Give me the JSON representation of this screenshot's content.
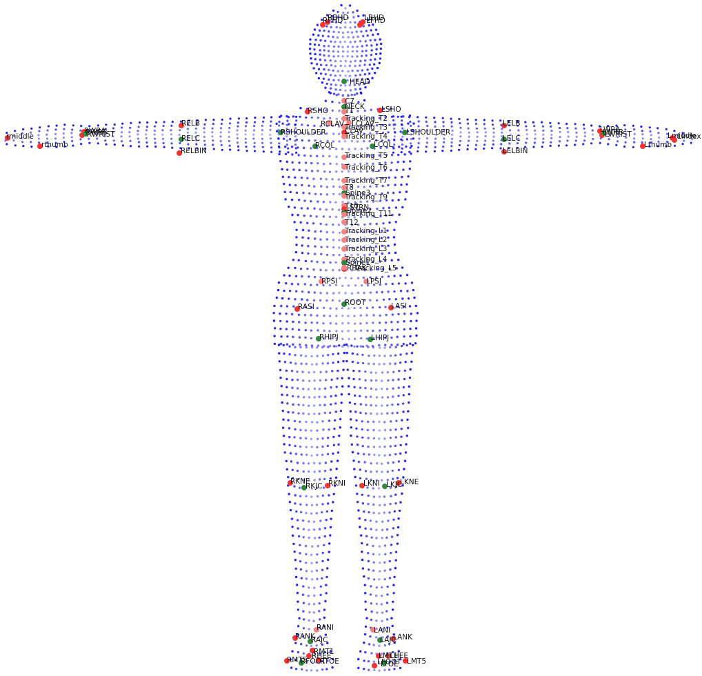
{
  "figure": {
    "colors": {
      "mesh": "#1515ff",
      "marker_red": "#ff3030",
      "marker_green": "#2e8b3e",
      "marker_pink": "#ff8080",
      "background": "#ffffff",
      "text": "#111111"
    }
  },
  "markers": [
    {
      "label": "RBHD",
      "color": "red"
    },
    {
      "label": "RFHD",
      "color": "red"
    },
    {
      "label": "LBHD",
      "color": "red"
    },
    {
      "label": "LFHD",
      "color": "red"
    },
    {
      "label": "HEAD",
      "color": "green"
    },
    {
      "label": "C7",
      "color": "pink"
    },
    {
      "label": "NECK",
      "color": "green"
    },
    {
      "label": "T1",
      "color": "pink"
    },
    {
      "label": "RSHO",
      "color": "red"
    },
    {
      "label": "LSHO",
      "color": "red"
    },
    {
      "label": "Tracking_T2",
      "color": "pink"
    },
    {
      "label": "RCLAV",
      "color": "pink"
    },
    {
      "label": "LCLAV",
      "color": "pink"
    },
    {
      "label": "Tracking_T3",
      "color": "pink"
    },
    {
      "label": "CLAV",
      "color": "red"
    },
    {
      "label": "Tracking_T4",
      "color": "pink"
    },
    {
      "label": "RSHOULDER",
      "color": "green"
    },
    {
      "label": "LSHOULDER",
      "color": "green"
    },
    {
      "label": "RCOL",
      "color": "green"
    },
    {
      "label": "LCOL",
      "color": "green"
    },
    {
      "label": "Tracking_T5",
      "color": "pink"
    },
    {
      "label": "Tracking_T6",
      "color": "pink"
    },
    {
      "label": "Tracking_T7",
      "color": "pink"
    },
    {
      "label": "T8",
      "color": "pink"
    },
    {
      "label": "Spine3",
      "color": "green"
    },
    {
      "label": "Tracking_T9",
      "color": "pink"
    },
    {
      "label": "T10",
      "color": "pink"
    },
    {
      "label": "STRN",
      "color": "red"
    },
    {
      "label": "Spine2",
      "color": "green"
    },
    {
      "label": "Tracking_T11",
      "color": "pink"
    },
    {
      "label": "T12",
      "color": "pink"
    },
    {
      "label": "Tracking_L1",
      "color": "pink"
    },
    {
      "label": "Tracking_L2",
      "color": "pink"
    },
    {
      "label": "Tracking_L3",
      "color": "pink"
    },
    {
      "label": "Tracking_L4",
      "color": "pink"
    },
    {
      "label": "Spine1",
      "color": "green"
    },
    {
      "label": "RBAK",
      "color": "red"
    },
    {
      "label": "Tracking_L5",
      "color": "pink"
    },
    {
      "label": "RPSI",
      "color": "pink"
    },
    {
      "label": "LPSI",
      "color": "pink"
    },
    {
      "label": "ROOT",
      "color": "green"
    },
    {
      "label": "RASI",
      "color": "red"
    },
    {
      "label": "LASI",
      "color": "red"
    },
    {
      "label": "RHIPJ",
      "color": "green"
    },
    {
      "label": "LHIPJ",
      "color": "green"
    },
    {
      "label": "RELB",
      "color": "red"
    },
    {
      "label": "RELC",
      "color": "green"
    },
    {
      "label": "RELBIN",
      "color": "red"
    },
    {
      "label": "LELB",
      "color": "red"
    },
    {
      "label": "LELC",
      "color": "green"
    },
    {
      "label": "LELBIN",
      "color": "red"
    },
    {
      "label": "RWRA",
      "color": "red"
    },
    {
      "label": "RWRB",
      "color": "red"
    },
    {
      "label": "RWRIST",
      "color": "green"
    },
    {
      "label": "LWRA",
      "color": "red"
    },
    {
      "label": "LWRB",
      "color": "red"
    },
    {
      "label": "LWRIST",
      "color": "green"
    },
    {
      "label": "rmiddle",
      "color": "red"
    },
    {
      "label": "rthumb",
      "color": "red"
    },
    {
      "label": "Lmiddle",
      "color": "red"
    },
    {
      "label": "Lthumb",
      "color": "red"
    },
    {
      "label": "Lindex",
      "color": "red"
    },
    {
      "label": "RKNE",
      "color": "red"
    },
    {
      "label": "RKJC",
      "color": "green"
    },
    {
      "label": "RKNI",
      "color": "red"
    },
    {
      "label": "LKNI",
      "color": "red"
    },
    {
      "label": "LKJC",
      "color": "green"
    },
    {
      "label": "LKNE",
      "color": "red"
    },
    {
      "label": "RANI",
      "color": "pink"
    },
    {
      "label": "RANK",
      "color": "red"
    },
    {
      "label": "RAJC",
      "color": "green"
    },
    {
      "label": "LANI",
      "color": "pink"
    },
    {
      "label": "LAJC",
      "color": "green"
    },
    {
      "label": "LANK",
      "color": "red"
    },
    {
      "label": "RMT1",
      "color": "red"
    },
    {
      "label": "RHEE",
      "color": "red"
    },
    {
      "label": "RMT5",
      "color": "red"
    },
    {
      "label": "RTOE",
      "color": "red"
    },
    {
      "label": "RFOOT",
      "color": "green"
    },
    {
      "label": "LMT1",
      "color": "red"
    },
    {
      "label": "LHEE",
      "color": "red"
    },
    {
      "label": "LFOOT",
      "color": "green"
    },
    {
      "label": "LTOE",
      "color": "red"
    },
    {
      "label": "LMT5",
      "color": "red"
    }
  ]
}
